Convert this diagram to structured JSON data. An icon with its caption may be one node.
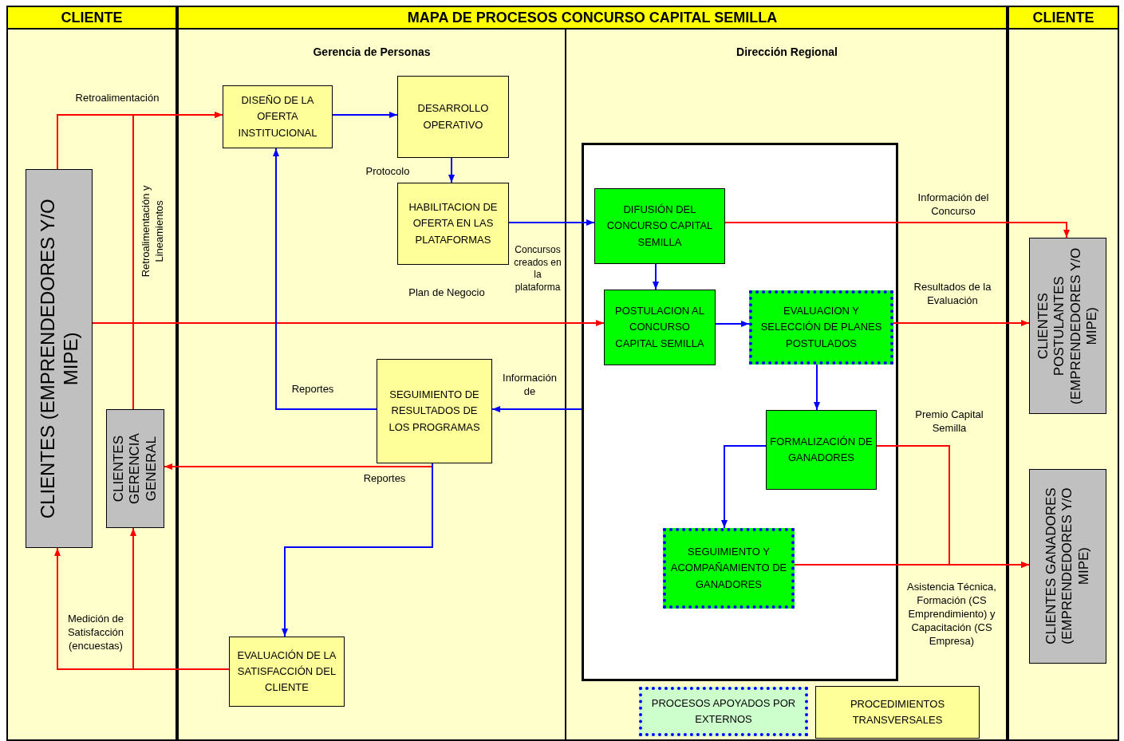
{
  "diagram": {
    "nodes": [
      {
        "text": [
          "CLIENTE"
        ]
      },
      {
        "text": [
          "MAPA DE PROCESOS CONCURSO CAPITAL SEMILLA"
        ]
      },
      {
        "text": [
          "Gerencia de Personas"
        ],
        "in": 1
      },
      {
        "text": [
          "Dirección Regional"
        ],
        "in": 1
      },
      {
        "text": [
          "CLIENTE"
        ]
      },
      {
        "text": [
          "CLIENTES (EMPRENDEDORES Y/O MIPE)"
        ],
        "in": 0
      },
      {
        "text": [
          "CLIENTES GERENCIA GENERAL"
        ],
        "in": 0
      },
      {
        "text": [
          "DISEÑO DE LA OFERTA INSTITUCIONAL"
        ],
        "in": 2
      },
      {
        "text": [
          "DESARROLLO OPERATIVO"
        ],
        "in": 2
      },
      {
        "text": [
          "HABILITACION DE OFERTA EN LAS PLATAFORMAS"
        ],
        "in": 2
      },
      {
        "text": [
          "SEGUIMIENTO DE RESULTADOS DE LOS PROGRAMAS"
        ],
        "in": 2
      },
      {
        "text": [
          "EVALUACIÓN DE LA SATISFACCIÓN DEL CLIENTE"
        ],
        "in": 2
      },
      {
        "text": [],
        "shape": "box",
        "in": 3
      },
      {
        "text": [
          "DIFUSIÓN DEL CONCURSO CAPITAL SEMILLA"
        ],
        "in": 12
      },
      {
        "text": [
          "POSTULACION AL CONCURSO CAPITAL SEMILLA"
        ],
        "in": 12
      },
      {
        "text": [
          "EVALUACION Y SELECCIÓN DE PLANES POSTULADOS"
        ],
        "in": 12
      },
      {
        "text": [
          "FORMALIZACIÓN DE GANADORES"
        ],
        "in": 12
      },
      {
        "text": [
          "SEGUIMIENTO Y ACOMPAÑAMIENTO DE GANADORES"
        ],
        "in": 12
      },
      {
        "text": [
          "PROCESOS APOYADOS POR EXTERNOS"
        ],
        "in": 3
      },
      {
        "text": [
          "PROCEDIMIENTOS TRANSVERSALES"
        ],
        "in": 3
      },
      {
        "text": [
          "CLIENTES POSTULANTES (EMPRENDEDORES Y/O MIPE)"
        ],
        "in": 4
      },
      {
        "text": [
          "CLIENTES GANADORES (EMPRENDEDORES Y/O MIPE)"
        ],
        "in": 4
      }
    ],
    "edges": [
      {
        "from": 5,
        "to": 7,
        "arrow": "to",
        "label": "Retroalimentación",
        "color": "#ff0000"
      },
      {
        "from": 6,
        "to": 7,
        "arrow": "to",
        "label": "Retroalimentación y Lineamientos",
        "color": "#ff0000"
      },
      {
        "from": 7,
        "to": 8,
        "arrow": "to",
        "color": "#0000ff"
      },
      {
        "from": 8,
        "to": 9,
        "arrow": "to",
        "label": "Protocolo",
        "color": "#0000ff"
      },
      {
        "from": 9,
        "to": 13,
        "arrow": "to",
        "label": "Concursos creados en la plataforma",
        "color": "#0000ff"
      },
      {
        "from": 5,
        "to": 14,
        "arrow": "to",
        "label": "Plan de Negocio",
        "color": "#ff0000"
      },
      {
        "from": 13,
        "to": 14,
        "arrow": "to",
        "color": "#0000ff"
      },
      {
        "from": 14,
        "to": 15,
        "arrow": "to",
        "color": "#0000ff"
      },
      {
        "from": 13,
        "to": 20,
        "arrow": "to",
        "label": "Información del Concurso",
        "color": "#ff0000"
      },
      {
        "from": 15,
        "to": 20,
        "arrow": "to",
        "label": "Resultados de la Evaluación",
        "color": "#ff0000"
      },
      {
        "from": 15,
        "to": 16,
        "arrow": "to",
        "color": "#0000ff"
      },
      {
        "from": 16,
        "to": 17,
        "arrow": "to",
        "color": "#0000ff"
      },
      {
        "from": 16,
        "to": 21,
        "arrow": "to",
        "label": "Premio Capital Semilla",
        "color": "#ff0000"
      },
      {
        "from": 17,
        "to": 21,
        "arrow": "to",
        "label": "Asistencia Técnica, Formación (CS Emprendimiento) y Capacitación (CS Empresa)",
        "color": "#ff0000"
      },
      {
        "from": 12,
        "to": 10,
        "arrow": "to",
        "label": "Información de",
        "color": "#0000ff"
      },
      {
        "from": 10,
        "to": 7,
        "arrow": "to",
        "label": "Reportes",
        "color": "#0000ff"
      },
      {
        "from": 10,
        "to": 6,
        "arrow": "to",
        "label": "Reportes",
        "color": "#ff0000"
      },
      {
        "from": 10,
        "to": 11,
        "arrow": "to",
        "color": "#0000ff"
      },
      {
        "from": 11,
        "to": 5,
        "arrow": "to",
        "label": "Medición de Satisfacción (encuestas)",
        "color": "#ff0000"
      },
      {
        "from": 11,
        "to": 6,
        "arrow": "to",
        "color": "#ff0000"
      }
    ]
  }
}
